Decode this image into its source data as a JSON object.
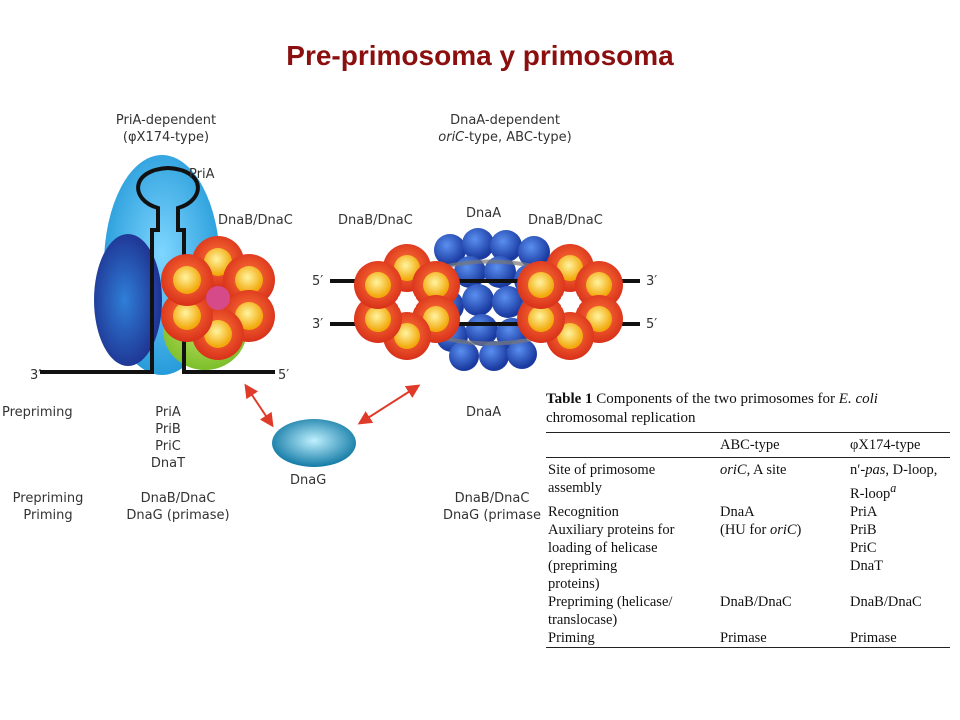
{
  "title": "Pre-primosoma y primosoma",
  "diagram": {
    "left_header": [
      "PriA-dependent",
      "(φX174-type)"
    ],
    "right_header": [
      "DnaA-dependent",
      "(oriC-type, ABC-type)"
    ],
    "pria": "PriA",
    "dnab_left": "DnaB/DnaC",
    "dnab_mid": "DnaB/DnaC",
    "dnaa_top": "DnaA",
    "dnab_right": "DnaB/DnaC",
    "three_prime": "3′",
    "five_prime": "5′",
    "dnag": "DnaG",
    "prepriming_label": "Prepriming",
    "prepriming_left": [
      "PriA",
      "PriB",
      "PriC",
      "DnaT"
    ],
    "prepriming_right": "DnaA",
    "priming_labels": [
      "Prepriming",
      "Priming"
    ],
    "priming_left": [
      "DnaB/DnaC",
      "DnaG (primase)"
    ],
    "priming_right": [
      "DnaB/DnaC",
      "DnaG (primase"
    ]
  },
  "table": {
    "caption_bold": "Table 1",
    "caption_text": "Components of the two primosomes for",
    "caption_italic": "E. coli",
    "caption_tail": "chromosomal replication",
    "headers": [
      "",
      "ABC-type",
      "φX174-type"
    ],
    "rows": [
      {
        "c1": [
          "Site of primosome",
          "assembly"
        ],
        "c2": [
          "oriC, A site"
        ],
        "c3": [
          "n′-pas, D-loop,",
          "R-loopᵃ"
        ]
      },
      {
        "c1": [
          "Recognition"
        ],
        "c2": [
          "DnaA"
        ],
        "c3": [
          "PriA"
        ]
      },
      {
        "c1": [
          "Auxiliary proteins for",
          "loading of helicase",
          "(prepriming",
          "proteins)"
        ],
        "c2": [
          "(HU for oriC)"
        ],
        "c3": [
          "PriB",
          "PriC",
          "DnaT"
        ]
      },
      {
        "c1": [
          "Prepriming (helicase/",
          "translocase)"
        ],
        "c2": [
          "DnaB/DnaC"
        ],
        "c3": [
          "DnaB/DnaC"
        ]
      },
      {
        "c1": [
          "Priming"
        ],
        "c2": [
          "Primase"
        ],
        "c3": [
          "Primase"
        ]
      }
    ]
  },
  "colors": {
    "title": "#8b0f0f",
    "pria": "#2ba8e0",
    "prepriming_protein": "#2a3a9e",
    "dnab_outer": "#e8421c",
    "dnab_inner": "#f7c21a",
    "dnaa": "#1f4fb5",
    "arrow": "#e03a2a",
    "dnag": "#1b88b0"
  }
}
